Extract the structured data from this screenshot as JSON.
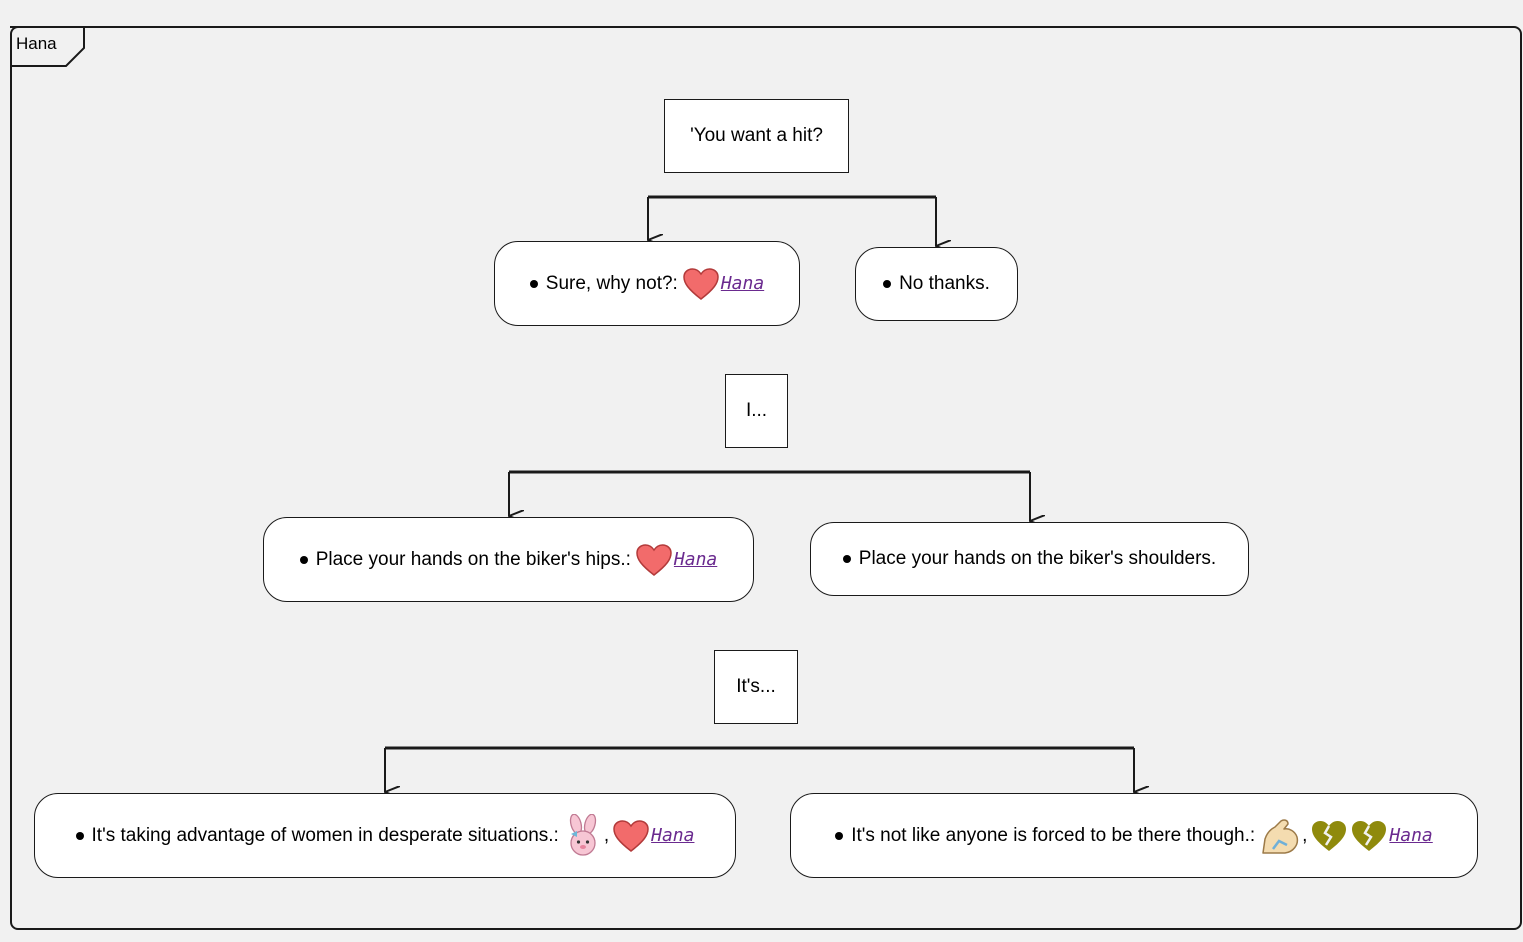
{
  "frame": {
    "title": "Hana"
  },
  "questions": [
    {
      "text": "'You want a hit?"
    },
    {
      "text": "I..."
    },
    {
      "text": "It's..."
    }
  ],
  "choices": {
    "q1_a": {
      "text": "Sure, why not?:",
      "icons": [
        "red-heart-icon"
      ],
      "link": "Hana"
    },
    "q1_b": {
      "text": "No thanks."
    },
    "q2_a": {
      "text": "Place your hands on the biker's hips.:",
      "icons": [
        "red-heart-icon"
      ],
      "link": "Hana"
    },
    "q2_b": {
      "text": "Place your hands on the biker's shoulders."
    },
    "q3_a": {
      "text": "It's taking advantage of women in desperate situations.:",
      "icons": [
        "bunny-icon",
        "red-heart-icon"
      ],
      "separator": ",",
      "link": "Hana"
    },
    "q3_b": {
      "text": "It's not like anyone is forced to be there though.:",
      "icons": [
        "flexed-arm-icon",
        "broken-heart-icon",
        "broken-heart-icon"
      ],
      "separator": ",",
      "link": "Hana"
    }
  },
  "colors": {
    "heart": "#f26b6b",
    "broken_heart": "#8f8a0c",
    "link": "#6a2a8f",
    "bunny": "#f7c6d4",
    "arm": "#f4dcb0"
  }
}
